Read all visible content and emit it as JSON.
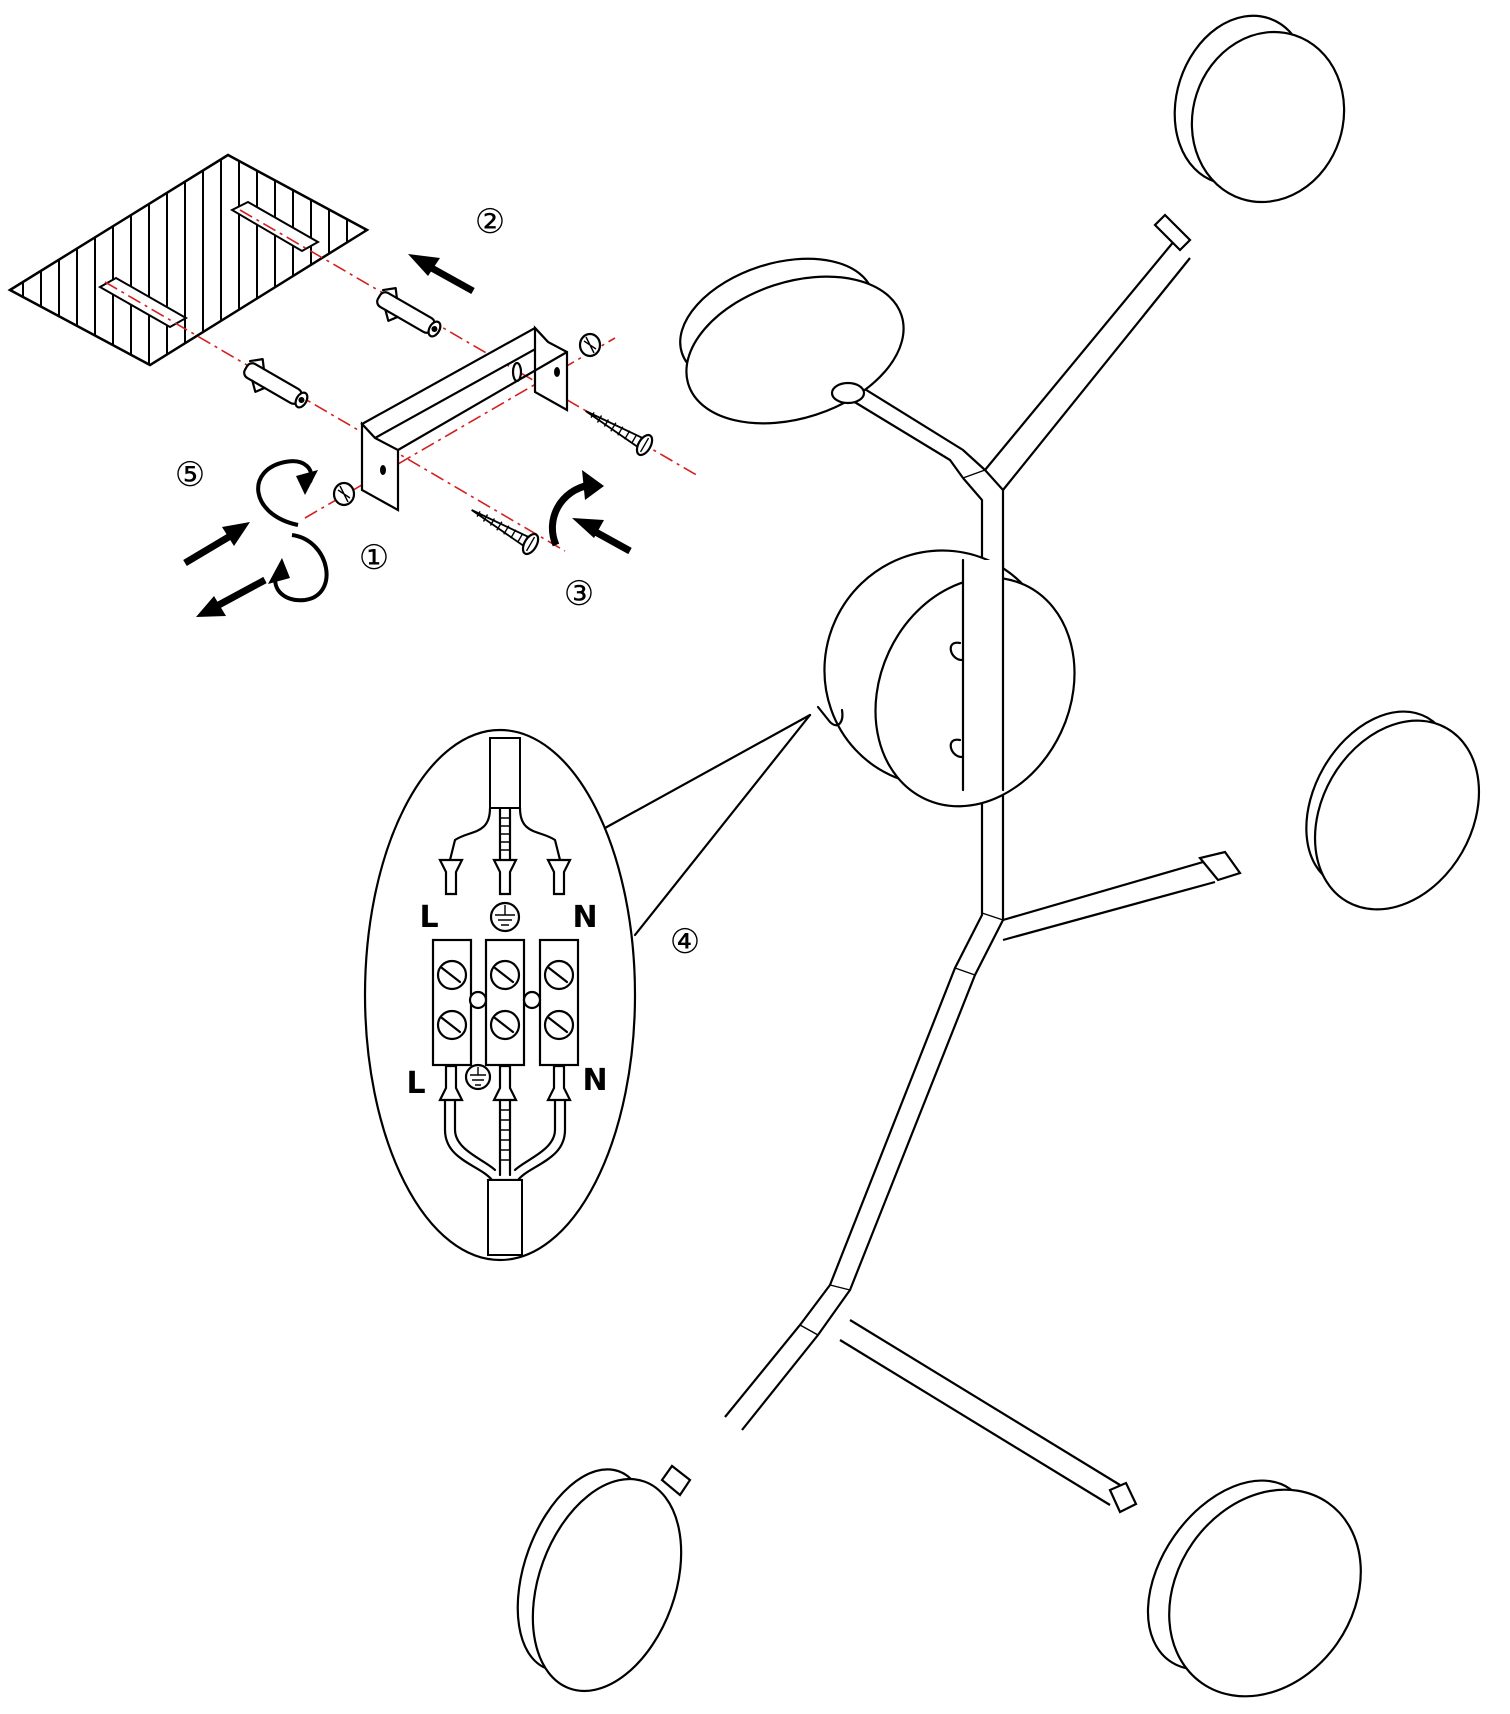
{
  "step_labels": {
    "step1": "①",
    "step2": "②",
    "step3": "③",
    "step4": "④",
    "step5": "⑤"
  },
  "terminal_labels": {
    "top_left": "L",
    "top_right": "N",
    "bottom_left": "L",
    "bottom_right": "N"
  },
  "icons": [
    "ceiling-hatch",
    "wall-anchor",
    "mounting-bracket",
    "screw",
    "rotate-arrow",
    "push-arrow",
    "earth-symbol",
    "terminal-block",
    "lamp-head"
  ],
  "colors": {
    "guide_line": "#d42020",
    "ink": "#000000"
  }
}
